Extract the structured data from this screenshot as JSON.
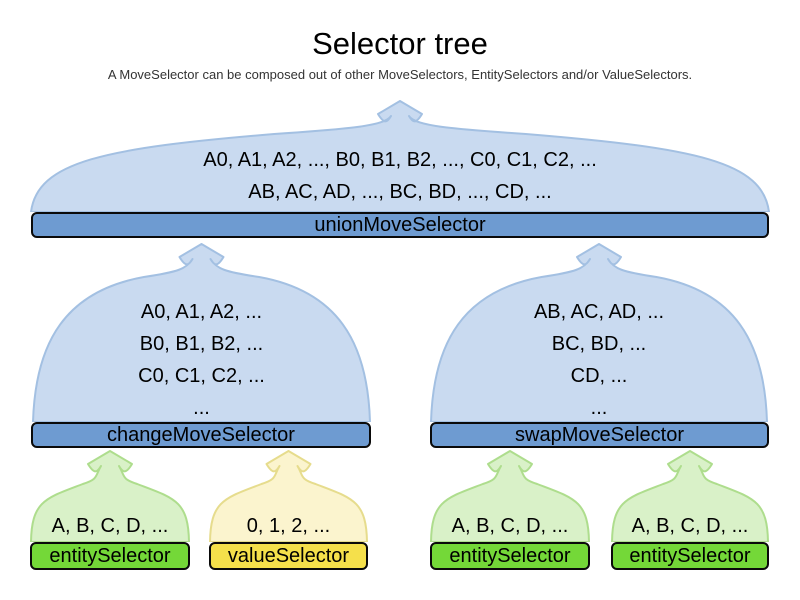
{
  "page": {
    "title": "Selector tree",
    "subtitle": "A MoveSelector can be composed out of other MoveSelectors, EntitySelectors and/or ValueSelectors."
  },
  "colors": {
    "cloud_blue_fill": "#c9daf0",
    "cloud_blue_stroke": "#a3c0e2",
    "bar_blue": "#6e9bd1",
    "cloud_green_fill": "#d9f1c8",
    "cloud_green_stroke": "#aedd8d",
    "bar_green": "#74d838",
    "cloud_yellow_fill": "#fbf4ce",
    "cloud_yellow_stroke": "#e6dc8d",
    "bar_yellow": "#f5e04b"
  },
  "diagram": {
    "nodes": [
      {
        "id": "unionMoveSelector",
        "label": "unionMoveSelector",
        "lines": [
          "A0, A1, A2, ..., B0, B1, B2, ..., C0, C1, C2, ...",
          "AB, AC, AD, ..., BC, BD, ..., CD, ..."
        ]
      },
      {
        "id": "changeMoveSelector",
        "label": "changeMoveSelector",
        "lines": [
          "A0, A1, A2, ...",
          "B0, B1, B2, ...",
          "C0, C1, C2, ...",
          "..."
        ]
      },
      {
        "id": "swapMoveSelector",
        "label": "swapMoveSelector",
        "lines": [
          "AB, AC, AD, ...",
          "BC, BD, ...",
          "CD, ...",
          "..."
        ]
      },
      {
        "id": "entitySelector-1",
        "label": "entitySelector",
        "lines": [
          "A, B, C, D, ..."
        ]
      },
      {
        "id": "valueSelector",
        "label": "valueSelector",
        "lines": [
          "0, 1, 2, ..."
        ]
      },
      {
        "id": "entitySelector-2",
        "label": "entitySelector",
        "lines": [
          "A, B, C, D, ..."
        ]
      },
      {
        "id": "entitySelector-3",
        "label": "entitySelector",
        "lines": [
          "A, B, C, D, ..."
        ]
      }
    ]
  }
}
